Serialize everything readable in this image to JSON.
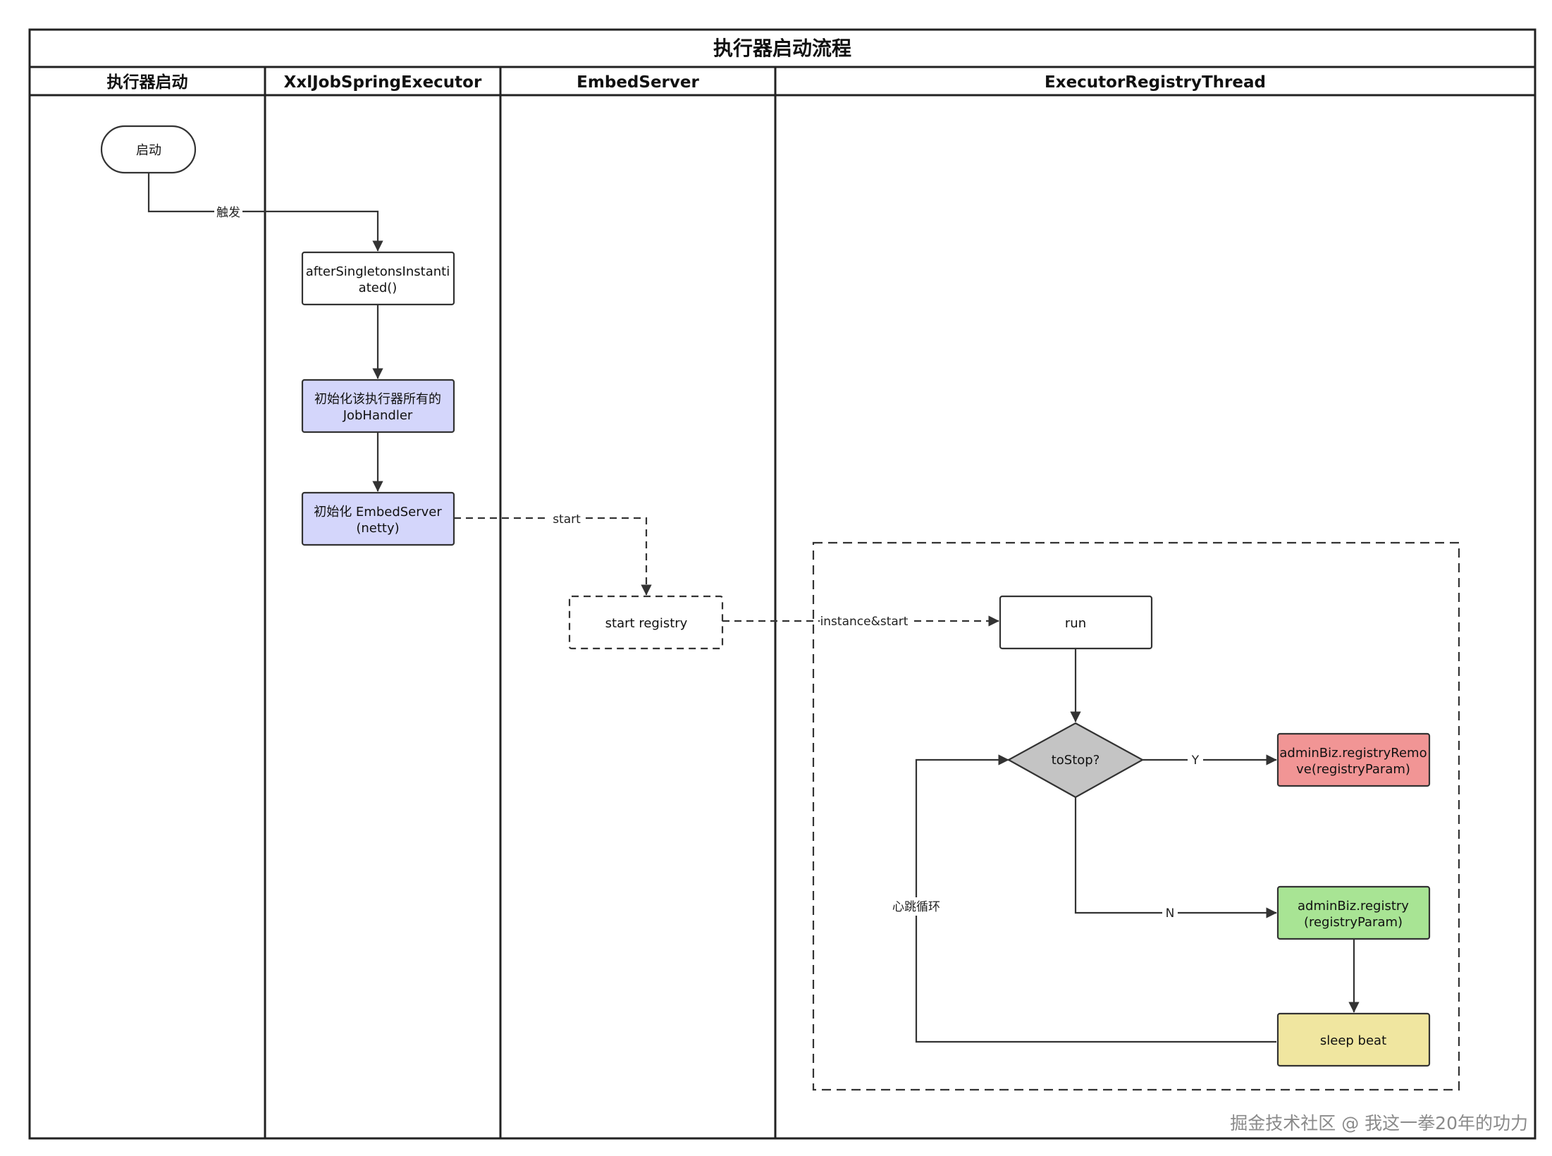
{
  "diagram": {
    "title": "执行器启动流程",
    "lanes": [
      {
        "label": "执行器启动"
      },
      {
        "label": "XxlJobSpringExecutor"
      },
      {
        "label": "EmbedServer"
      },
      {
        "label": "ExecutorRegistryThread"
      }
    ],
    "nodes": {
      "start": {
        "label": "启动"
      },
      "after_singletons": {
        "line1": "afterSingletonsInstanti",
        "line2": "ated()"
      },
      "init_jobhandler": {
        "line1": "初始化该执行器所有的",
        "line2": "JobHandler"
      },
      "init_embedserver": {
        "line1": "初始化 EmbedServer",
        "line2": "(netty)"
      },
      "start_registry": {
        "label": "start registry"
      },
      "run": {
        "label": "run"
      },
      "to_stop": {
        "label": "toStop?"
      },
      "registry_remove": {
        "line1": "adminBiz.registryRemo",
        "line2": "ve(registryParam)"
      },
      "registry": {
        "line1": "adminBiz.registry",
        "line2": "(registryParam)"
      },
      "sleep_beat": {
        "label": "sleep beat"
      }
    },
    "edges": {
      "trigger": "触发",
      "start": "start",
      "instance_start": "instance&start",
      "yes": "Y",
      "no": "N",
      "heartbeat_loop": "心跳循环"
    },
    "colors": {
      "frame": "#222222",
      "line": "#333333",
      "node_default": "#ffffff",
      "node_blue": "#d4d6fb",
      "node_red": "#f19595",
      "node_green": "#a8e494",
      "node_yellow": "#f0e6a0",
      "decision_gray": "#c4c4c4"
    }
  },
  "watermark": "掘金技术社区 @ 我这一拳20年的功力"
}
